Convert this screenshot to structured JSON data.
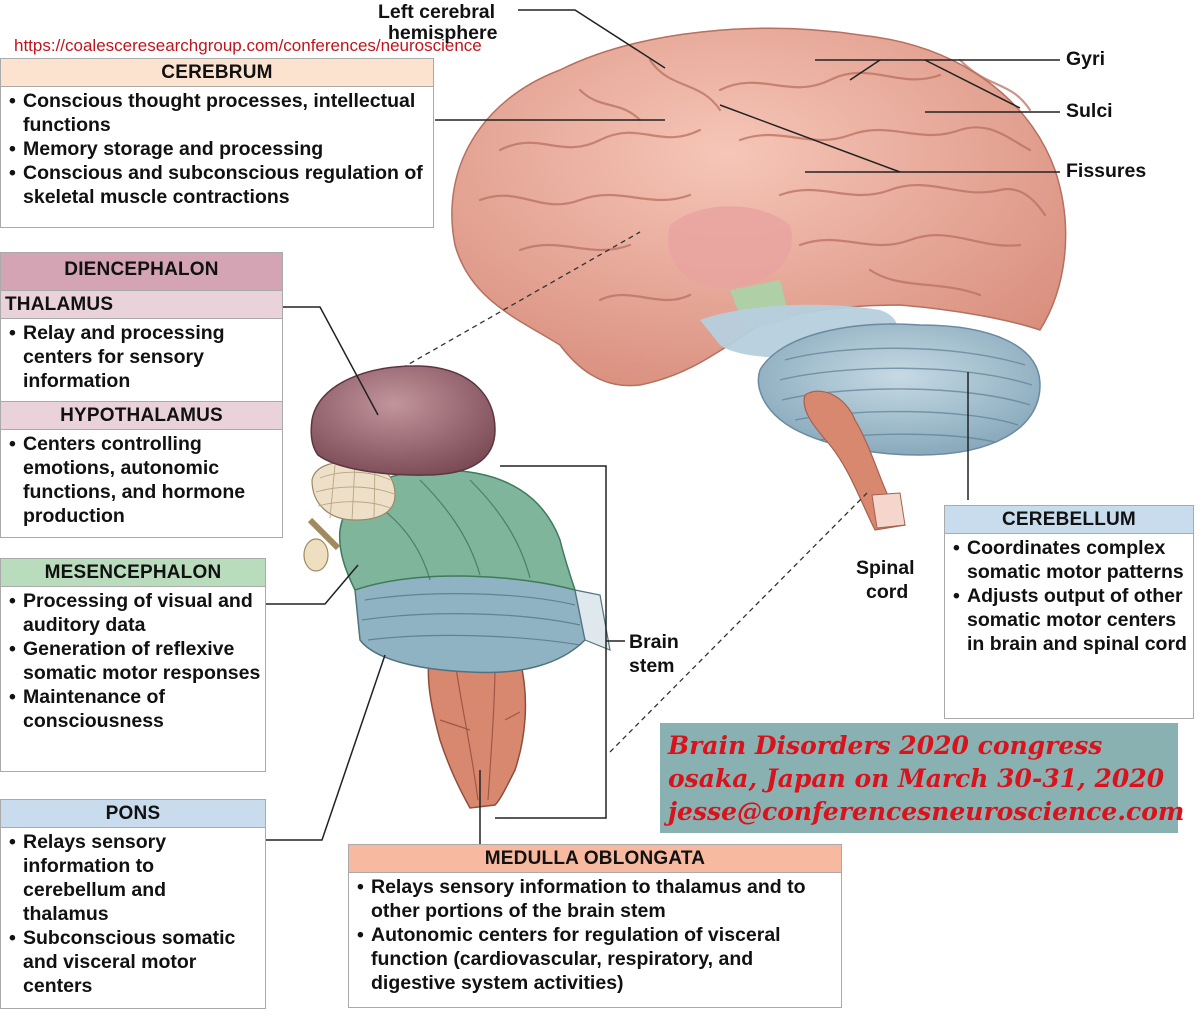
{
  "url": "https://coalesceresearchgroup.com/conferences/neuroscience",
  "labels": {
    "left_hemisphere": [
      "Left cerebral",
      "hemisphere"
    ],
    "gyri": "Gyri",
    "sulci": "Sulci",
    "fissures": "Fissures",
    "spinal_cord": [
      "Spinal",
      "cord"
    ],
    "brain_stem": [
      "Brain",
      "stem"
    ]
  },
  "boxes": {
    "cerebrum": {
      "title": "CEREBRUM",
      "color": "#fce3cf",
      "items": [
        "Conscious thought processes, intellectual functions",
        "Memory storage and processing",
        "Conscious and subconscious regulation of skeletal muscle contractions"
      ]
    },
    "diencephalon": {
      "title": "DIENCEPHALON",
      "color": "#d4a4b5"
    },
    "thalamus": {
      "title": "THALAMUS",
      "color": "#ead2da",
      "items": [
        "Relay and processing centers for sensory information"
      ]
    },
    "hypothalamus": {
      "title": "HYPOTHALAMUS",
      "color": "#ead2da",
      "items": [
        "Centers controlling emotions, autonomic functions, and hormone production"
      ]
    },
    "mesencephalon": {
      "title": "MESENCEPHALON",
      "color": "#b9dcbc",
      "items": [
        "Processing of visual and auditory data",
        "Generation of reflexive somatic motor responses",
        "Maintenance of consciousness"
      ]
    },
    "pons": {
      "title": "PONS",
      "color": "#c9dced",
      "items": [
        "Relays sensory information to cerebellum and thalamus",
        "Subconscious somatic and visceral motor centers"
      ]
    },
    "cerebellum": {
      "title": "CEREBELLUM",
      "color": "#c9dced",
      "items": [
        "Coordinates complex somatic motor patterns",
        "Adjusts output of other somatic motor centers in brain and spinal cord"
      ]
    },
    "medulla": {
      "title": "MEDULLA OBLONGATA",
      "color": "#f7b9a0",
      "items": [
        "Relays sensory information to thalamus and to other portions of the brain stem",
        "Autonomic centers for regulation of visceral function (cardiovascular, respiratory, and digestive system activities)"
      ]
    }
  },
  "promo": {
    "lines": [
      "Brain Disorders 2020 congress",
      "osaka, Japan on March 30-31, 2020",
      "jesse@conferencesneuroscience.com"
    ],
    "text_color": "#d9121b",
    "bg_color": "#8ab1b1"
  },
  "colors": {
    "brain": "#eeb0a2",
    "brain_shadow": "#c98474",
    "cerebellum": "#a8c3d2",
    "thalamus": "#9c6870",
    "midbrain": "#7fb59a",
    "pons": "#8fb3c2",
    "medulla": "#d98870"
  }
}
